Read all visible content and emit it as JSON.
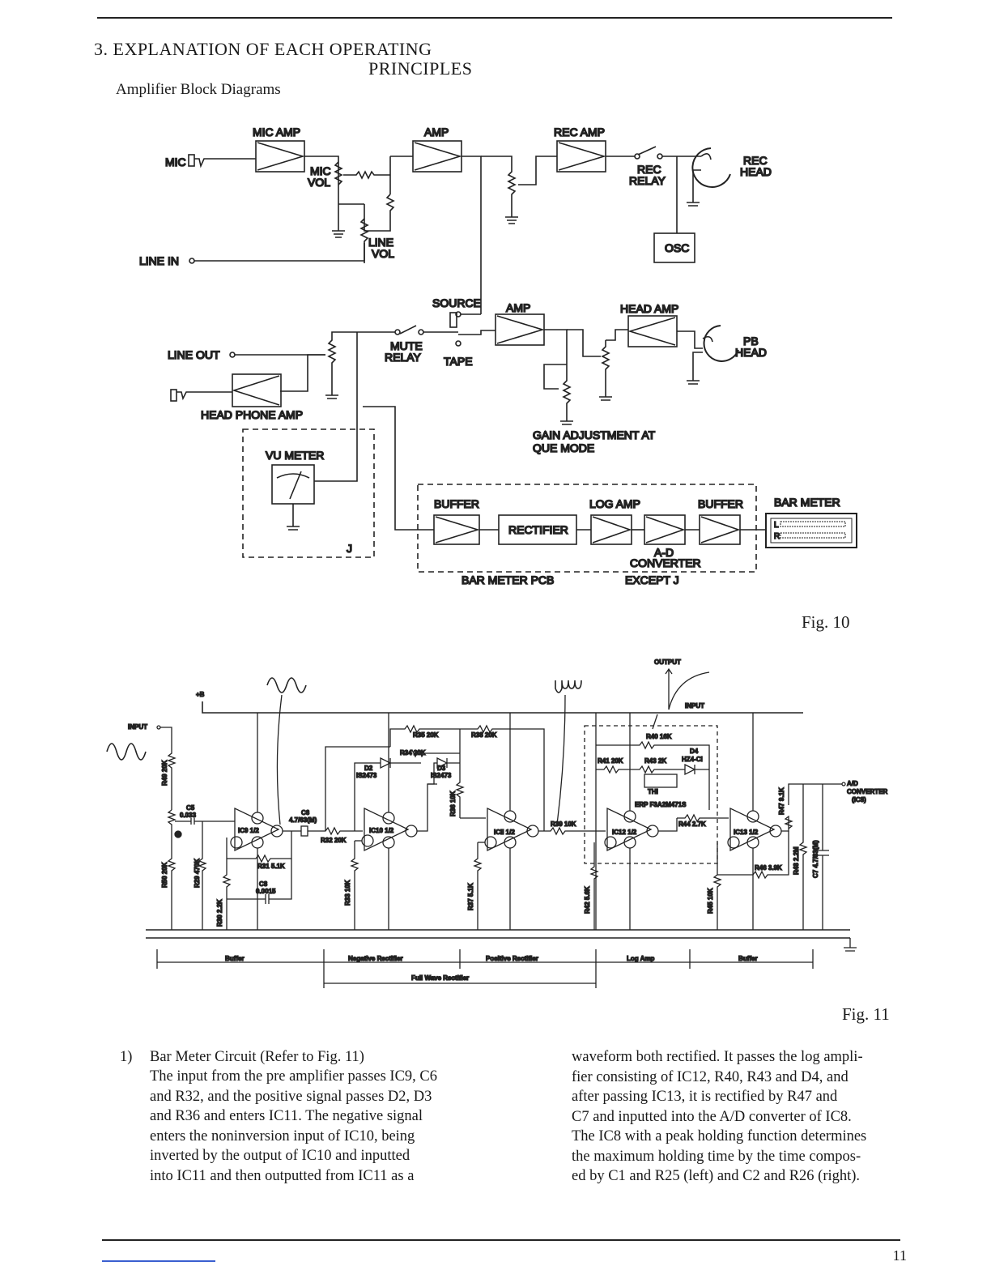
{
  "header": {
    "title_line1": "3. EXPLANATION OF EACH OPERATING",
    "title_line2": "PRINCIPLES",
    "subtitle": "Amplifier Block Diagrams"
  },
  "fig10": {
    "caption": "Fig. 10",
    "labels": {
      "mic_amp": "MIC AMP",
      "amp1": "AMP",
      "rec_amp": "REC AMP",
      "mic": "MIC",
      "mic_vol_1": "MIC",
      "mic_vol_2": "VOL",
      "rec_relay_1": "REC",
      "rec_relay_2": "RELAY",
      "rec_head_1": "REC",
      "rec_head_2": "HEAD",
      "osc": "OSC",
      "line_in": "LINE IN",
      "line_vol_1": "LINE",
      "line_vol_2": "VOL",
      "source": "SOURCE",
      "amp2": "AMP",
      "head_amp": "HEAD AMP",
      "line_out": "LINE OUT",
      "mute_relay_1": "MUTE",
      "mute_relay_2": "RELAY",
      "tape": "TAPE",
      "pb_head_1": "PB",
      "pb_head_2": "HEAD",
      "head_phone_amp": "HEAD PHONE AMP",
      "gain_adj_1": "GAIN ADJUSTMENT AT",
      "gain_adj_2": "QUE MODE",
      "vu_meter": "VU METER",
      "j": "J",
      "buffer1": "BUFFER",
      "rectifier": "RECTIFIER",
      "log_amp": "LOG AMP",
      "buffer2": "BUFFER",
      "bar_meter": "BAR METER",
      "ad_1": "A-D",
      "ad_2": "CONVERTER",
      "bar_meter_pcb": "BAR METER PCB",
      "except_j": "EXCEPT J",
      "l": "L",
      "r": "R"
    }
  },
  "fig11": {
    "caption": "Fig. 11",
    "labels": {
      "input": "INPUT",
      "plus_b": "+B",
      "output": "OUTPUT",
      "input_axis": "INPUT",
      "r49": "R49 20K",
      "c5a": "C5",
      "c5b": "0.033",
      "r50": "R50 20K",
      "r29": "R29 470K",
      "r30": "R30 2.2K",
      "ic9": "IC9 1/2",
      "r31": "R31 5.1K",
      "c8a": "C8",
      "c8b": "0.0015",
      "c6a": "C6",
      "c6b": "4.7/63(M)",
      "r32": "R32 20K",
      "r33": "R33 10K",
      "r35": "R35 20K",
      "r34": "R34 20K",
      "r38": "R38 20K",
      "d2a": "D2",
      "d2b": "IS2473",
      "d3a": "D3",
      "d3b": "IS2473",
      "ic10": "IC10 1/2",
      "r36": "R36 10K",
      "ic11": "ICII 1/2",
      "r37": "R37 5.1K",
      "r39": "R39 10K",
      "r40": "R40 16K",
      "r41": "R41 20K",
      "r43": "R43 2K",
      "d4a": "D4",
      "d4b": "HZ4-CI",
      "th1": "THI",
      "th1b": "ERP F3A2M471S",
      "r44": "R44 2.7K",
      "ic12": "IC12 1/2",
      "r42": "R42 5.6K",
      "ic13": "IC13 1/2",
      "r45": "R45 10K",
      "r46": "R46 3.9K",
      "r47": "R47 9.1K",
      "r48": "R48 2.2M",
      "c7": "C7 4.7/63(M)",
      "ad_out1": "A/D",
      "ad_out2": "CONVERTER",
      "ad_out3": "(IC8)",
      "buffer_a": "Buffer",
      "neg_rect": "Negative Rectifier",
      "pos_rect": "Positive Rectifier",
      "log_amp": "Log Amp",
      "buffer_b": "Buffer",
      "full_wave": "Full Wave Rectifier"
    }
  },
  "body": {
    "item_number": "1)",
    "left_heading": "Bar Meter Circuit (Refer to Fig. 11)",
    "left_lines": [
      "The input from the pre amplifier passes IC9, C6",
      "and R32, and the positive signal passes D2, D3",
      "and R36 and enters IC11. The negative signal",
      "enters the noninversion input of IC10, being",
      "inverted by the output of IC10 and inputted",
      "into IC11 and then outputted from IC11 as a"
    ],
    "right_lines": [
      "waveform both rectified. It passes the log ampli-",
      "fier consisting of IC12, R40, R43 and D4, and",
      "after passing IC13, it is rectified by R47 and",
      "C7 and inputted into the A/D converter of IC8.",
      "The IC8 with a peak holding function determines",
      "the maximum holding time by the time compos-",
      "ed by C1 and R25 (left) and C2 and R26 (right)."
    ]
  },
  "footer": {
    "page_number": "11"
  }
}
